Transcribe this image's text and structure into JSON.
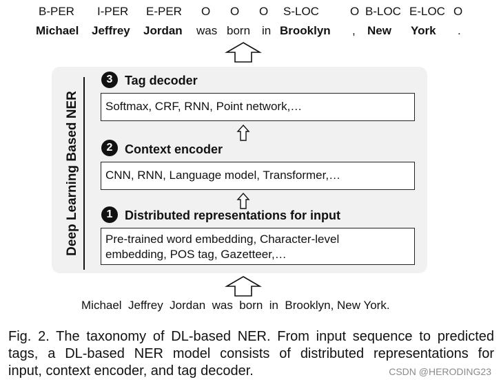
{
  "tags": [
    "B-PER",
    "I-PER",
    "E-PER",
    "O",
    "O",
    "O",
    "S-LOC",
    "O",
    "B-LOC",
    "E-LOC",
    "O"
  ],
  "tokens": [
    "Michael",
    "Jeffrey",
    "Jordan",
    "was",
    "born",
    "in",
    "Brooklyn",
    ",",
    "New",
    "York",
    "."
  ],
  "side_title": "Deep Learning Based NER",
  "stages": [
    {
      "number": "3",
      "title": "Tag decoder",
      "lines": [
        "Softmax, CRF, RNN, Point network,…"
      ]
    },
    {
      "number": "2",
      "title": "Context encoder",
      "lines": [
        "CNN, RNN, Language model, Transformer,…"
      ]
    },
    {
      "number": "1",
      "title": "Distributed representations for input",
      "lines": [
        "Pre-trained word embedding, Character-level",
        "embedding, POS tag, Gazetteer,…"
      ]
    }
  ],
  "input_sentence": "Michael  Jeffrey  Jordan  was  born  in  Brooklyn, New York.",
  "caption_lines": [
    "Fig. 2. The taxonomy of DL-based NER. From input sequence to predicted",
    "tags, a DL-based NER model consists of distributed representations for",
    "input, context encoder, and tag decoder."
  ],
  "watermark": "CSDN @HERODING23"
}
